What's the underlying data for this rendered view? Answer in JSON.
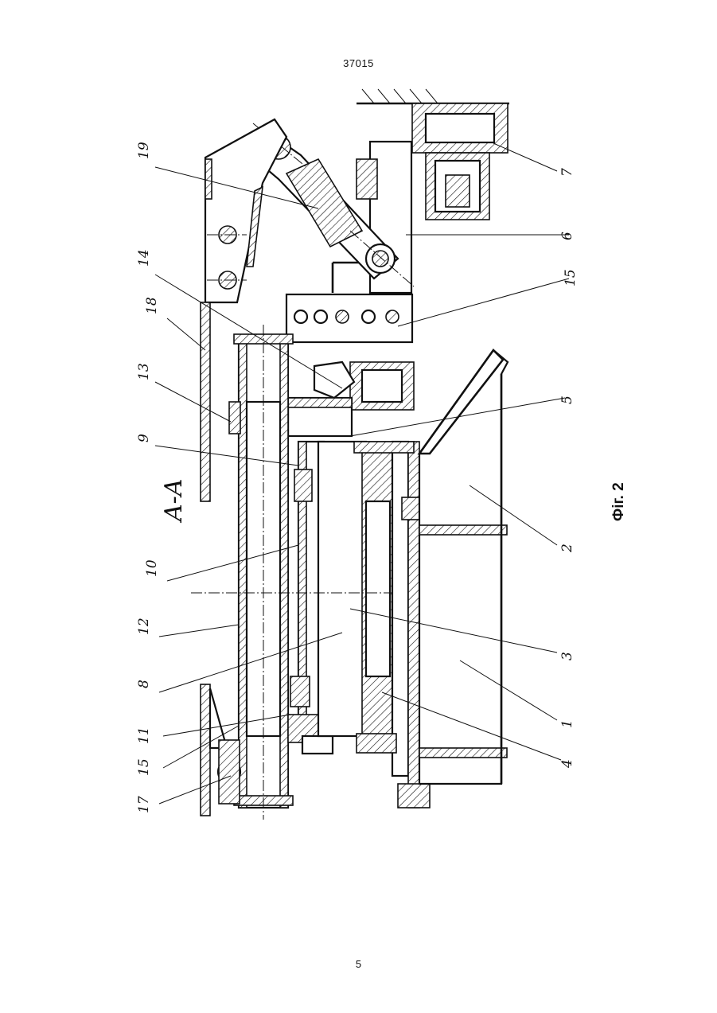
{
  "header": {
    "doc_number": "37015"
  },
  "footer": {
    "page_number": "5"
  },
  "drawing": {
    "section_label": "A-A",
    "figure_caption": "Фіг. 2",
    "callouts": [
      "1",
      "2",
      "3",
      "4",
      "5",
      "6",
      "7",
      "8",
      "9",
      "10",
      "11",
      "12",
      "13",
      "14",
      "15",
      "15",
      "17",
      "18",
      "19"
    ]
  }
}
